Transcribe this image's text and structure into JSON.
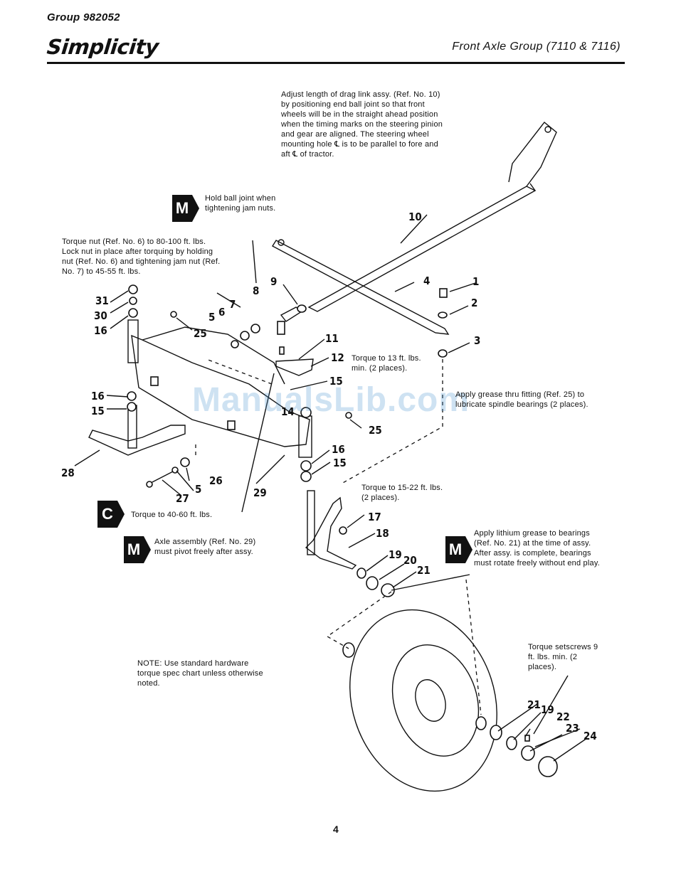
{
  "header": {
    "group": "Group 982052",
    "brand": "Simplicity",
    "title": "Front Axle Group (7110 & 7116)"
  },
  "notes": {
    "drag_link": "Adjust length of drag link assy. (Ref. No. 10) by positioning end ball joint so that front wheels will be in the straight ahead position when the timing marks on the steering pinion and gear are aligned. The steering wheel mounting hole ℄ is to be parallel to fore and aft ℄ of tractor.",
    "hold_ball_joint": "Hold ball joint when tightening jam nuts.",
    "torque_nut": "Torque nut (Ref. No. 6) to 80-100 ft. lbs. Lock nut in place after torquing by holding nut (Ref. No. 6) and tightening jam nut (Ref. No. 7) to 45-55 ft. lbs.",
    "torque_13": "Torque to 13 ft. lbs. min. (2 places).",
    "apply_grease": "Apply grease thru fitting (Ref. 25) to lubricate spindle bearings (2 places).",
    "torque_15_22": "Torque to 15-22 ft. lbs. (2 places).",
    "torque_40_60": "Torque to 40-60 ft. lbs.",
    "axle_pivot": "Axle assembly (Ref. No. 29) must pivot freely after assy.",
    "lithium": "Apply lithium grease to bearings (Ref. No. 21) at the time of assy. After assy. is complete, bearings must rotate freely without end play.",
    "setscrews": "Torque setscrews 9 ft. lbs. min. (2 places).",
    "standard_hw": "NOTE: Use standard hardware torque spec chart unless otherwise noted."
  },
  "badges": {
    "m": "M",
    "c": "C"
  },
  "callouts": {
    "c1": "1",
    "c2": "2",
    "c3": "3",
    "c4": "4",
    "c5a": "5",
    "c5b": "5",
    "c6": "6",
    "c7": "7",
    "c8": "8",
    "c9": "9",
    "c10": "10",
    "c11": "11",
    "c12": "12",
    "c14": "14",
    "c15a": "15",
    "c15b": "15",
    "c15c": "15",
    "c16a": "16",
    "c16b": "16",
    "c16c": "16",
    "c17": "17",
    "c18": "18",
    "c19a": "19",
    "c19b": "19",
    "c20": "20",
    "c21a": "21",
    "c21b": "21",
    "c22": "22",
    "c23": "23",
    "c24": "24",
    "c25a": "25",
    "c25b": "25",
    "c26": "26",
    "c27": "27",
    "c28": "28",
    "c29": "29",
    "c30": "30",
    "c31": "31"
  },
  "watermark": "ManualsLib.com",
  "page_number": "4"
}
